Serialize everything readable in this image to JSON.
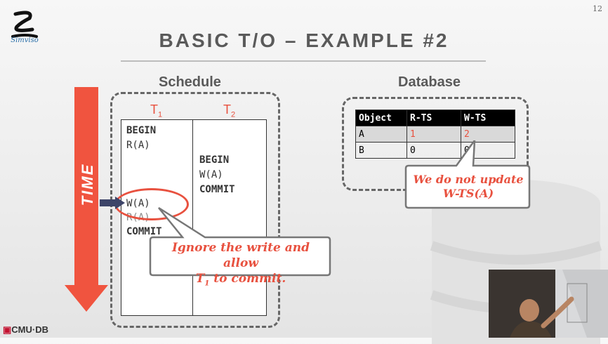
{
  "slide": {
    "page_number": "12",
    "title": "BASIC T/O – EXAMPLE #2",
    "logo_text": "Simviso",
    "brand": "CMU·DB",
    "brand_icon": "carnegie-mellon-icon"
  },
  "schedule": {
    "title": "Schedule",
    "time_label": "TIME",
    "t1": {
      "letter": "T",
      "sub": "1"
    },
    "t2": {
      "letter": "T",
      "sub": "2"
    },
    "t1_ops": [
      "BEGIN",
      "R(A)",
      "W(A)",
      "R(A)",
      "COMMIT"
    ],
    "t2_ops": [
      "BEGIN",
      "W(A)",
      "COMMIT"
    ],
    "callout": {
      "line1": "Ignore the write and allow",
      "line2_pre": "T",
      "line2_sub": "1",
      "line2_post": " to commit."
    }
  },
  "database": {
    "title": "Database",
    "headers": [
      "Object",
      "R-TS",
      "W-TS"
    ],
    "rows": [
      [
        "A",
        "1",
        "2"
      ],
      [
        "B",
        "0",
        "0"
      ]
    ],
    "callout": {
      "line1": "We do not update",
      "line2": "W-TS(A)"
    }
  },
  "colors": {
    "accent_red": "#e8513f",
    "title_gray": "#5a5a5a",
    "dashed_border": "#666666"
  }
}
